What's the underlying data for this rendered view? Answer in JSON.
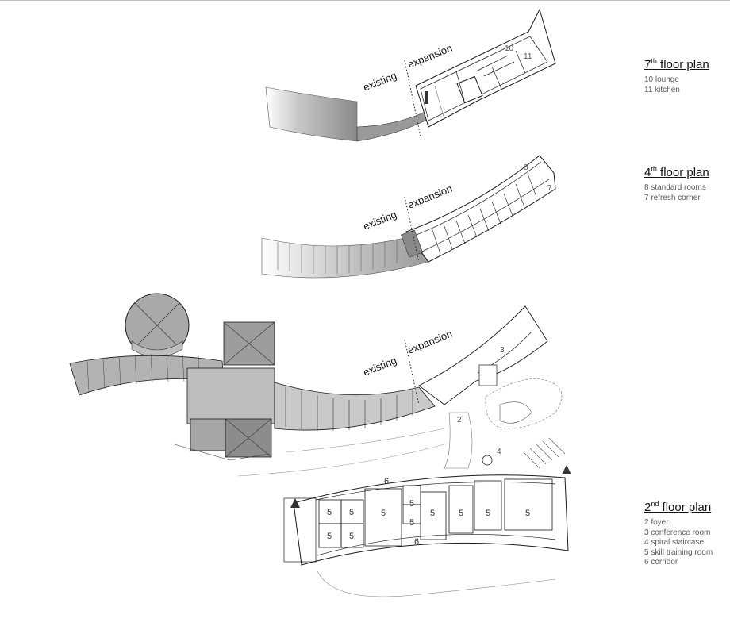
{
  "floors": [
    {
      "ordinal": "7",
      "suffix": "th",
      "title_rest": " floor plan",
      "legend": [
        "10 lounge",
        "11 kitchen"
      ]
    },
    {
      "ordinal": "4",
      "suffix": "th",
      "title_rest": " floor plan",
      "legend": [
        "8 standard rooms",
        "7 refresh corner"
      ]
    },
    {
      "ordinal": "2",
      "suffix": "nd",
      "title_rest": " floor plan",
      "legend": [
        "2 foyer",
        "3 conference room",
        "4 spiral staircase",
        "5 skill training room",
        "6 corridor"
      ]
    }
  ],
  "labels": {
    "existing": "existing",
    "expansion": "expansion"
  },
  "room_numbers": {
    "r10": "10",
    "r11": "11",
    "r8": "8",
    "r7": "7",
    "r3": "3",
    "r2": "2",
    "r4": "4",
    "r5": "5",
    "r6": "6"
  },
  "colors": {
    "line": "#1a1a1a",
    "fill_dark": "#8c8c8c",
    "fill_mid": "#b3b3b3",
    "fill_light": "#d9d9d9",
    "ground": "#efefef"
  }
}
